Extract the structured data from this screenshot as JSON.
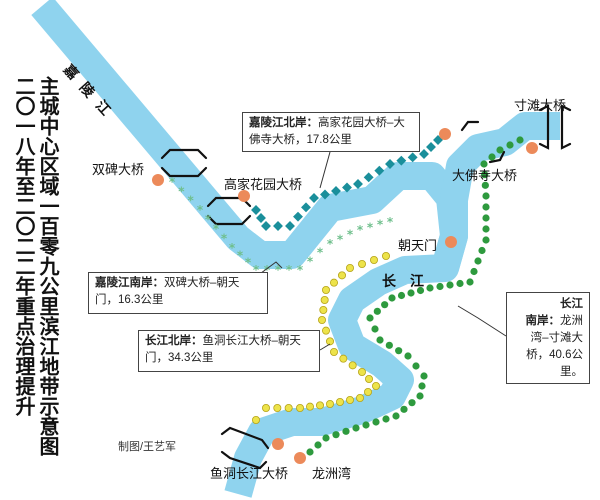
{
  "title": {
    "line1": "主城中心区域一百零九公里滨江地带示意图",
    "line2": "二〇一八年至二〇二二年重点治理提升"
  },
  "rivers": {
    "jialing": "嘉陵江",
    "changjiang": "长江"
  },
  "places": {
    "shuangbei": "双碑大桥",
    "gaojia": "高家花园大桥",
    "chaotianmen": "朝天门",
    "dafosi": "大佛寺大桥",
    "cuntan": "寸滩大桥",
    "yudong": "鱼洞长江大桥",
    "longzhou": "龙洲湾"
  },
  "notes": {
    "jialing_north": {
      "heading": "嘉陵江北岸：",
      "body": "高家花园大桥–大佛寺大桥，17.8公里"
    },
    "jialing_south": {
      "heading": "嘉陵江南岸：",
      "body": "双碑大桥–朝天门，16.3公里"
    },
    "changjiang_north": {
      "heading": "长江北岸：",
      "body": "鱼洞长江大桥–朝天门，34.3公里"
    },
    "changjiang_south": {
      "heading1": "长江",
      "heading2": "南岸：",
      "body": "龙洲湾–寸滩大桥，40.6公里。"
    }
  },
  "credit": "制图/王艺军",
  "colors": {
    "river": "#8fd3ee",
    "river_edge": "#5bbbe0",
    "jialing_north_marker": "#1a8f9b",
    "jialing_south_marker": "#6fbf8c",
    "changjiang_north_marker": "#ede34a",
    "changjiang_south_marker": "#2e9a3e",
    "landmark": "#ec8a5a"
  },
  "icons": {
    "jialing_north_marker": "teal-diamond-icon",
    "jialing_south_marker": "green-asterisk-icon",
    "changjiang_north_marker": "yellow-dot-icon",
    "changjiang_south_marker": "green-dot-icon",
    "landmark": "orange-circle-icon",
    "bridge": "bridge-bracket-icon"
  }
}
